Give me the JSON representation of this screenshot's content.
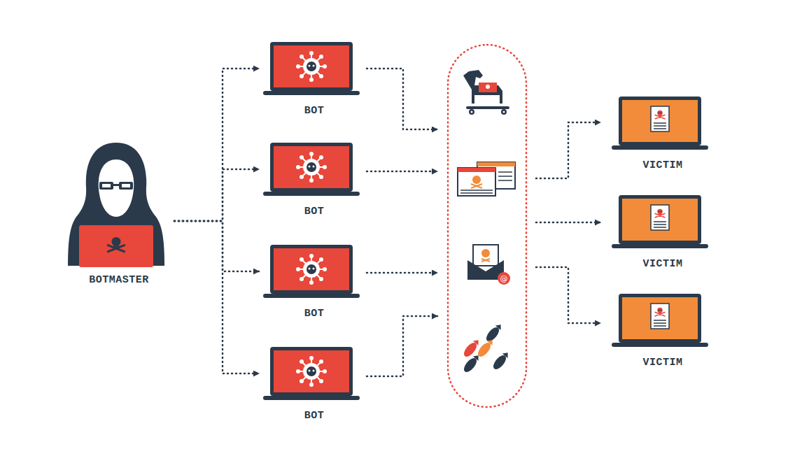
{
  "diagram": {
    "nodes": [
      {
        "text": [
          "BOTMASTER"
        ]
      },
      {
        "text": [
          "BOT"
        ]
      },
      {
        "text": [
          "BOT"
        ]
      },
      {
        "text": [
          "BOT"
        ]
      },
      {
        "text": [
          "BOT"
        ]
      },
      {
        "text": [
          "VICTIM"
        ]
      },
      {
        "text": [
          "VICTIM"
        ]
      },
      {
        "text": [
          "VICTIM"
        ]
      }
    ],
    "edges": [
      {
        "from": 0,
        "to": 1,
        "arrow": "to"
      },
      {
        "from": 0,
        "to": 2,
        "arrow": "to"
      },
      {
        "from": 0,
        "to": 3,
        "arrow": "to"
      },
      {
        "from": 0,
        "to": 4,
        "arrow": "to"
      }
    ]
  }
}
